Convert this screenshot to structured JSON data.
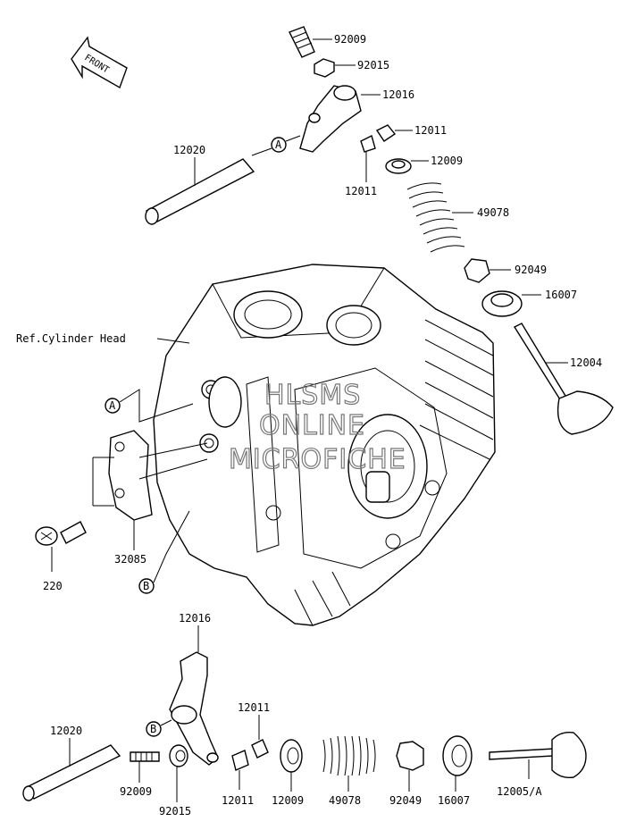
{
  "diagram": {
    "orientation_label": "FRONT",
    "reference_label": "Ref.Cylinder Head",
    "watermark": [
      "HLSMS",
      "ONLINE",
      "MICROFICHE"
    ],
    "callouts": {
      "a": "A",
      "b": "B"
    },
    "part_labels": {
      "p92009_top": "92009",
      "p92015_top": "92015",
      "p12016_top": "12016",
      "p12011_top_right": "12011",
      "p12011_top_left": "12011",
      "p12009_top": "12009",
      "p49078_top": "49078",
      "p92049_top": "92049",
      "p16007_top": "16007",
      "p12004": "12004",
      "p12020_top": "12020",
      "p32085": "32085",
      "p220": "220",
      "p12016_bottom": "12016",
      "p12020_bottom": "12020",
      "p12011_bottom_top": "12011",
      "p92009_bottom": "92009",
      "p92015_bottom": "92015",
      "p12011_bottom": "12011",
      "p12009_bottom": "12009",
      "p49078_bottom": "49078",
      "p92049_bottom": "92049",
      "p16007_bottom": "16007",
      "p12005A": "12005/A"
    }
  }
}
